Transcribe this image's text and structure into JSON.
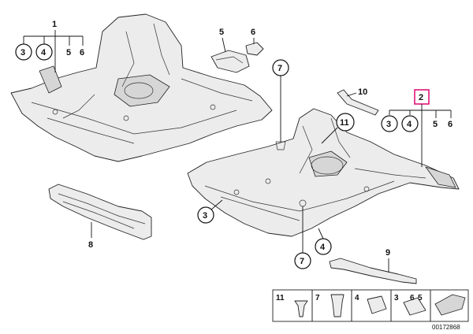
{
  "callouts": {
    "c1": "1",
    "c3a": "3",
    "c4a": "4",
    "c5a": "5",
    "c6a": "6",
    "c5b": "5",
    "c6b": "6",
    "c7a": "7",
    "c10": "10",
    "c11": "11",
    "c2": "2",
    "c3b": "3",
    "c4b": "4",
    "c5c": "5",
    "c6c": "6",
    "c3c": "3",
    "c4c": "4",
    "c7b": "7",
    "c8": "8",
    "c9": "9"
  },
  "legend": {
    "items": [
      "11",
      "7",
      "4",
      "3",
      "6",
      "5"
    ]
  },
  "reference_number": "00172868",
  "colors": {
    "highlight": "#e0147a"
  }
}
